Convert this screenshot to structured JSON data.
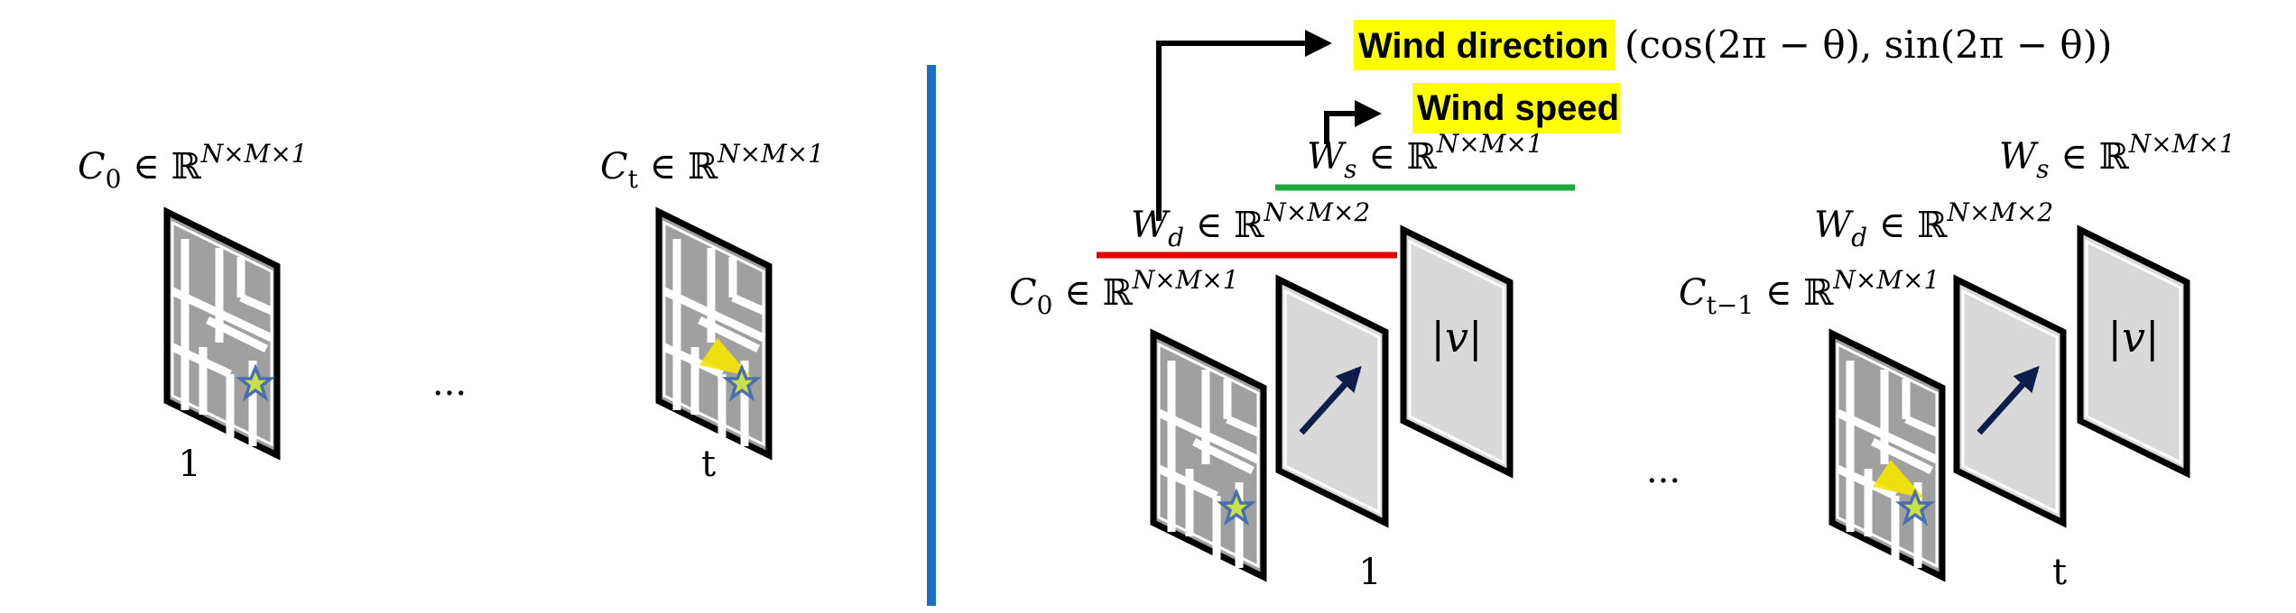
{
  "left_panel": {
    "frame_1": {
      "formula_base": "C",
      "formula_sub": "0",
      "formula_sup": "N×M×1",
      "step_label": "1"
    },
    "ellipsis": "...",
    "frame_t": {
      "formula_base": "C",
      "formula_sub": "t",
      "formula_sup": "N×M×1",
      "step_label": "t"
    }
  },
  "right_panel": {
    "wind_direction": {
      "label": "Wind direction",
      "formula": "(cos(2π − θ), sin(2π − θ))",
      "highlight": "#ffff00",
      "label_color": "#e00000"
    },
    "wind_speed": {
      "label": "Wind speed",
      "highlight": "#ffff00",
      "label_color": "#1fa83c"
    },
    "stack_1": {
      "ws_base": "W",
      "ws_sub": "s",
      "ws_sup": "N×M×1",
      "wd_base": "W",
      "wd_sub": "d",
      "wd_sup": "N×M×2",
      "c_base": "C",
      "c_sub": "0",
      "c_sup": "N×M×1",
      "magnitude": "|v|",
      "step_label": "1"
    },
    "ellipsis": "...",
    "stack_t": {
      "ws_base": "W",
      "ws_sub": "s",
      "ws_sup": "N×M×1",
      "wd_base": "W",
      "wd_sub": "d",
      "wd_sup": "N×M×2",
      "c_base": "C",
      "c_sub": "t−1",
      "c_sup": "N×M×1",
      "magnitude": "|v|",
      "step_label": "t"
    }
  },
  "colors": {
    "divider": "#1a6fc0",
    "wd_underline": "#e00000",
    "ws_underline": "#1fa83c",
    "map_fill": "#a0a0a0",
    "channel_fill": "#d9d9d9",
    "arrow": "#0d1e4a",
    "star": "#4a6fb0",
    "cone": "#f5e600"
  }
}
